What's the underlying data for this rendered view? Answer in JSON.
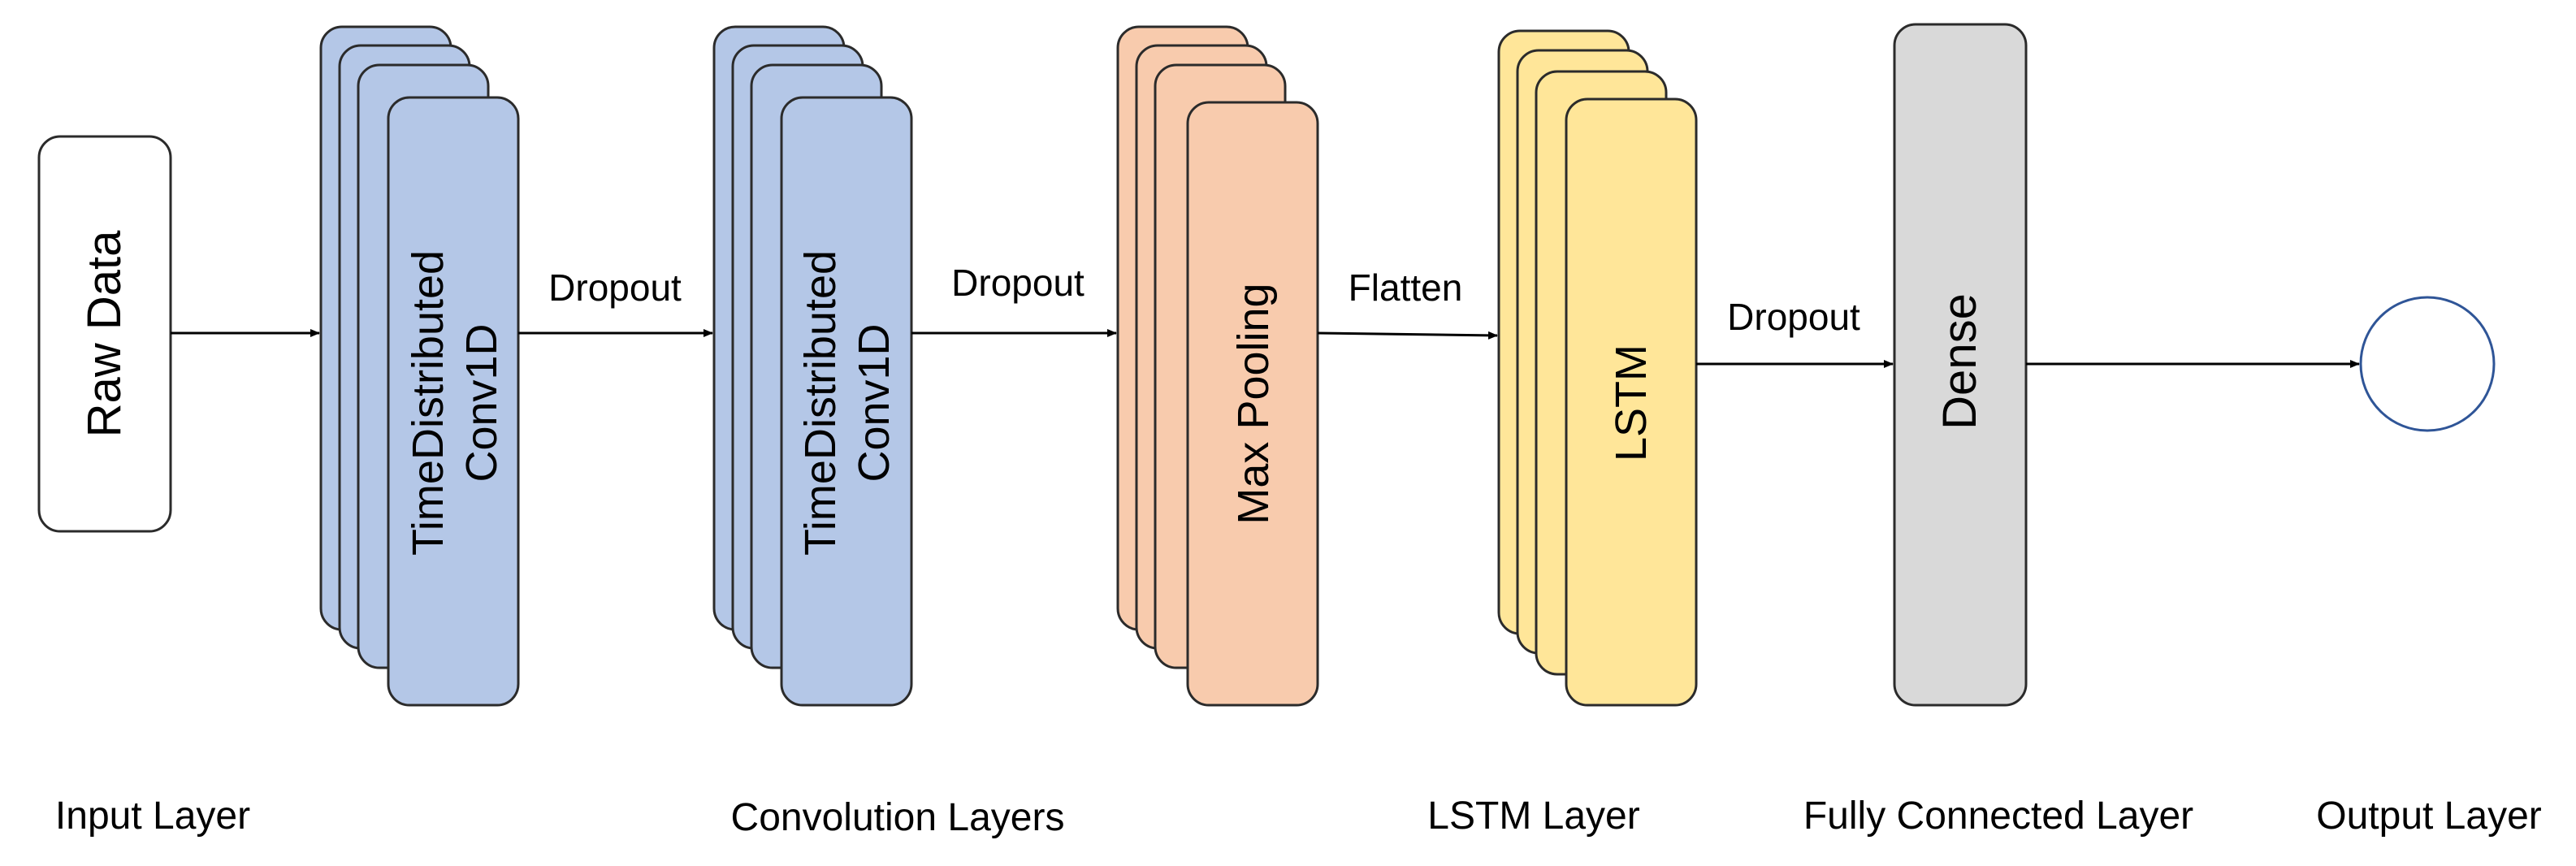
{
  "colors": {
    "input_fill": "#ffffff",
    "conv_fill": "#b4c7e7",
    "pool_fill": "#f8cbad",
    "lstm_fill": "#ffe699",
    "dense_fill": "#d9d9d9",
    "stroke": "#2b2b2b",
    "output_stroke": "#2f5597",
    "arrow": "#000000"
  },
  "nodes": {
    "raw_data": "Raw Data",
    "conv1_line1": "TimeDistributed",
    "conv1_line2": "Conv1D",
    "conv2_line1": "TimeDistributed",
    "conv2_line2": "Conv1D",
    "max_pooling": "Max Pooling",
    "lstm": "LSTM",
    "dense": "Dense"
  },
  "edges": {
    "dropout_1": "Dropout",
    "dropout_2": "Dropout",
    "flatten": "Flatten",
    "dropout_3": "Dropout"
  },
  "layers": {
    "input": "Input Layer",
    "convolution": "Convolution Layers",
    "lstm": "LSTM Layer",
    "fully_connected": "Fully Connected Layer",
    "output": "Output Layer"
  }
}
